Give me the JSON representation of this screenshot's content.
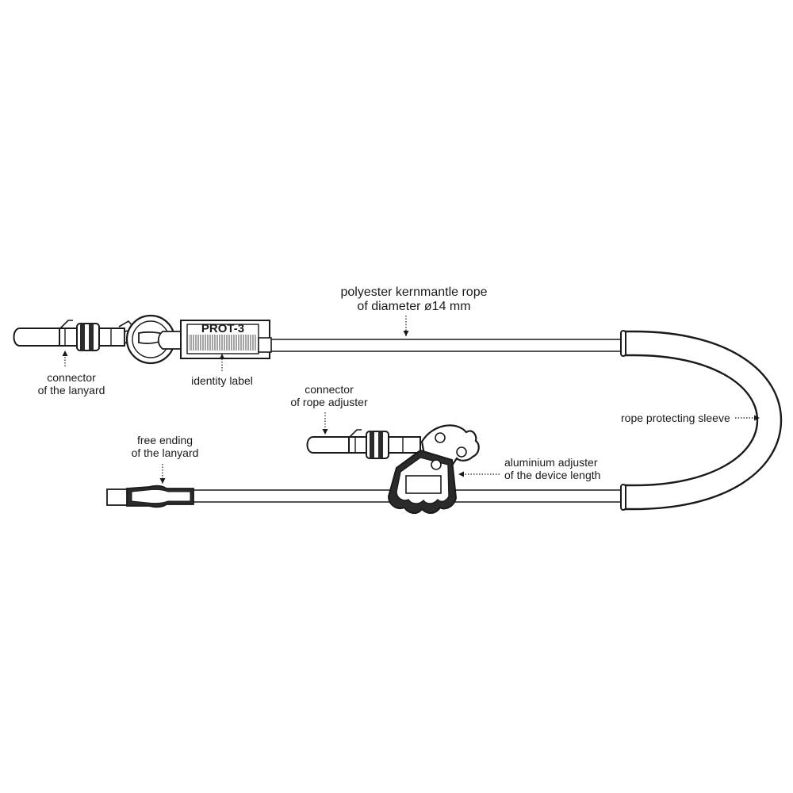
{
  "labels": {
    "rope": {
      "line1": "polyester kernmantle rope",
      "line2": "of diameter ø14 mm"
    },
    "connector_lanyard": {
      "line1": "connector",
      "line2": "of the lanyard"
    },
    "identity_label": "identity label",
    "connector_adjuster": {
      "line1": "connector",
      "line2": "of rope adjuster"
    },
    "free_ending": {
      "line1": "free ending",
      "line2": "of the lanyard"
    },
    "sleeve": "rope protecting sleeve",
    "aluminium_adjuster": {
      "line1": "aluminium adjuster",
      "line2": "of the device length"
    }
  },
  "tag_text": "PROT-3",
  "colors": {
    "stroke": "#1a1a1a",
    "fill": "#ffffff",
    "dark": "#2b2b2b"
  }
}
